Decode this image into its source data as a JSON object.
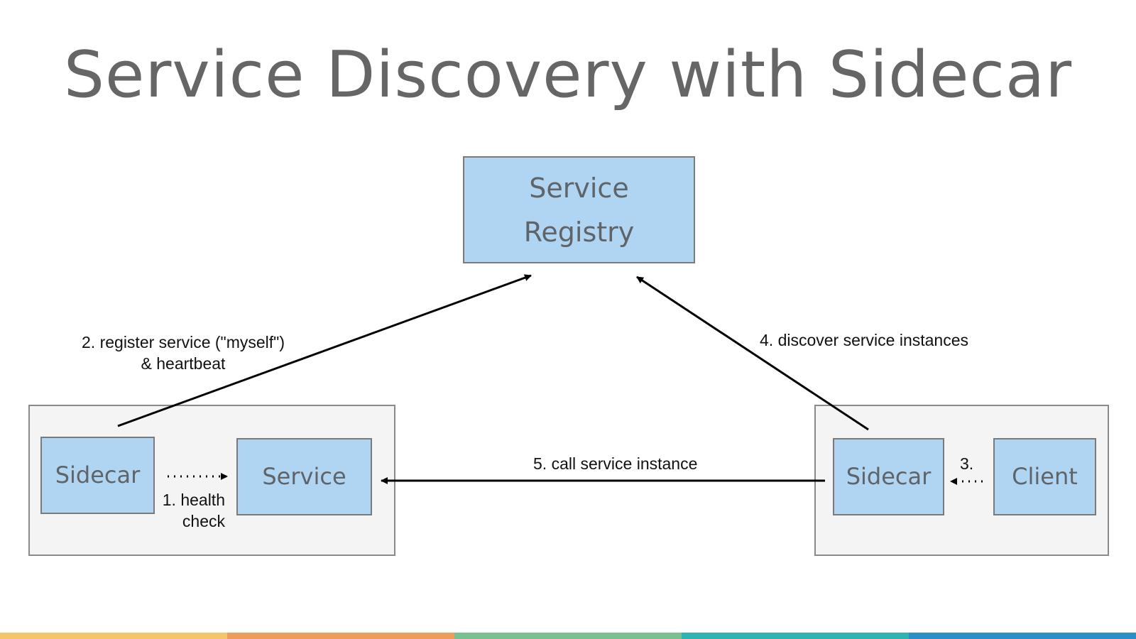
{
  "title": "Service Discovery with Sidecar",
  "nodes": {
    "registry": "Service\nRegistry",
    "left_sidecar": "Sidecar",
    "left_service": "Service",
    "right_sidecar": "Sidecar",
    "right_client": "Client"
  },
  "edges": {
    "health_check": "1. health\ncheck",
    "register": "2. register service (\"myself\")\n& heartbeat",
    "step3": "3.",
    "discover": "4. discover service instances",
    "call": "5. call service instance"
  },
  "colors": {
    "node_fill": "#b0d5f3",
    "group_fill": "#f4f4f4",
    "title": "#666666",
    "footer": [
      "#f5c56b",
      "#ee9b5c",
      "#78c08f",
      "#2fb3b1",
      "#2a8fc8"
    ]
  }
}
